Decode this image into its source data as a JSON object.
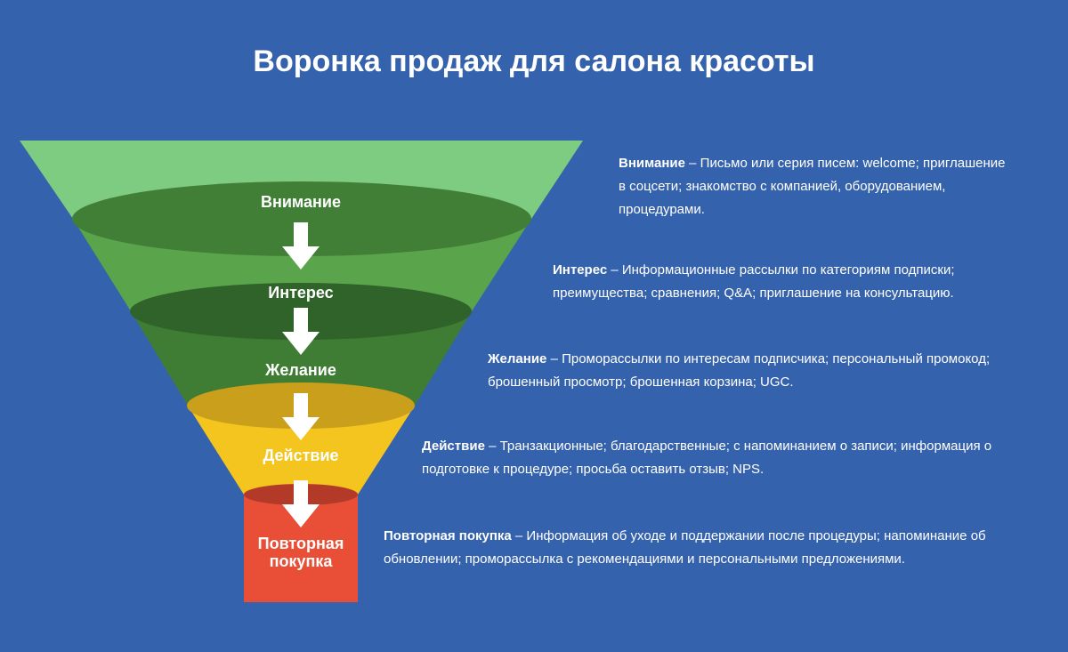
{
  "title": "Воронка продаж для салона красоты",
  "stages": [
    {
      "label": "Внимание",
      "name": "Внимание",
      "description": "– Письмо или серия писем: welcome; приглашение в соцсети; знакомство с компанией, оборудованием, процедурами.",
      "color": "#7ecb82"
    },
    {
      "label": "Интерес",
      "name": "Интерес",
      "description": "– Информационные рассылки по категориям подписки; преимущества; сравнения; Q&A; приглашение на консультацию.",
      "color": "#52a146"
    },
    {
      "label": "Желание",
      "name": "Желание",
      "description": "– Проморассылки по интересам подписчика; персональный промокод; брошенный просмотр; брошенная корзина; UGC.",
      "color": "#3f7d35"
    },
    {
      "label": "Действие",
      "name": "Действие",
      "description": "– Транзакционные; благодарственные; с напоминанием о записи; информация о подготовке к процедуре; просьба оставить отзыв; NPS.",
      "color": "#f4c51f"
    },
    {
      "label": "Повторная покупка",
      "name": "Повторная покупка",
      "description": "– Информация об уходе и поддержании после процедуры; напоминание об обновлении; проморассылка с рекомендациями и персональными предложениями.",
      "color": "#e94f37"
    }
  ]
}
